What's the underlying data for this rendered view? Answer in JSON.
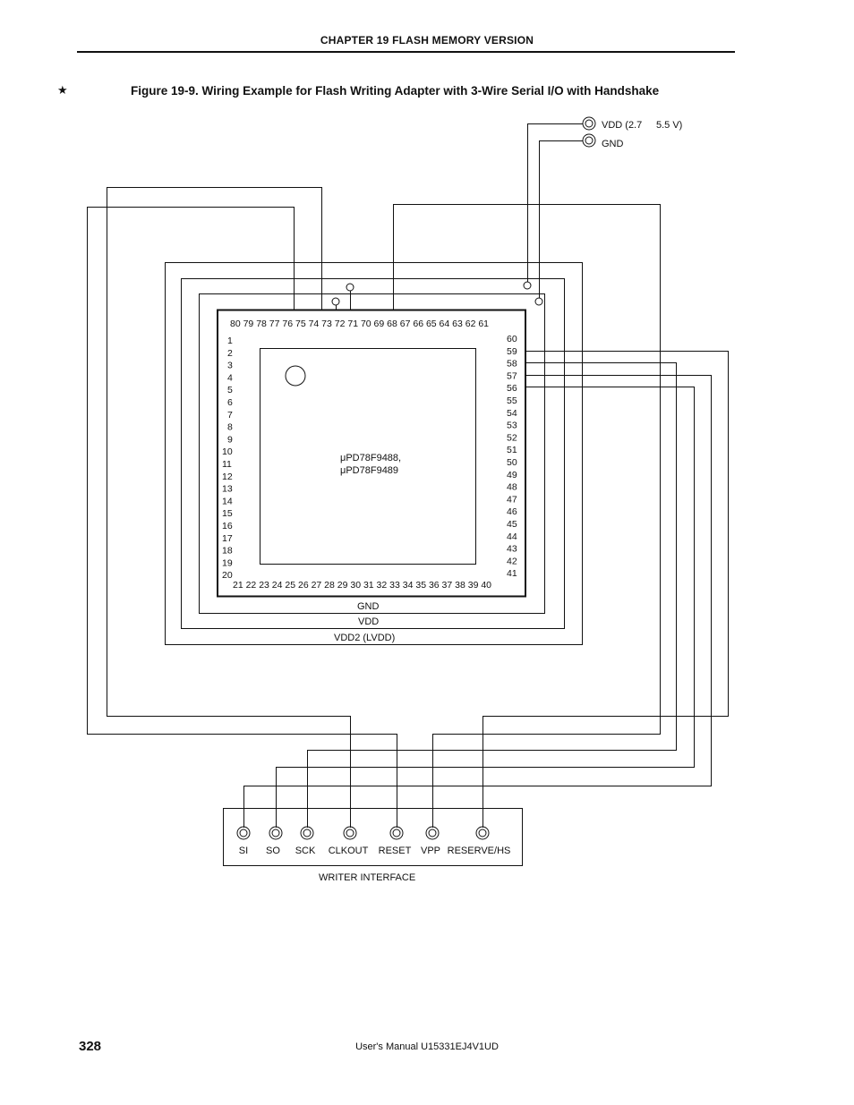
{
  "header": {
    "chapter": "CHAPTER  19  FLASH  MEMORY  VERSION"
  },
  "figure": {
    "star": "★",
    "title": "Figure 19-9.  Wiring Example for Flash Writing Adapter with 3-Wire Serial I/O with Handshake"
  },
  "supply": {
    "vdd_label": "VDD (2.7",
    "vdd_range": "5.5 V)",
    "gnd_label": "GND"
  },
  "chip": {
    "top_pins": "80 79 78 77 76 75 74 73 72 71 70 69 68 67 66 65 64 63 62 61",
    "bottom_pins": "21 22 23 24 25 26 27 28 29 30 31 32 33 34 35 36 37 38 39 40",
    "left_pins": [
      "1",
      "2",
      "3",
      "4",
      "5",
      "6",
      "7",
      "8",
      "9",
      "10",
      "11",
      "12",
      "13",
      "14",
      "15",
      "16",
      "17",
      "18",
      "19",
      "20"
    ],
    "right_pins": [
      "60",
      "59",
      "58",
      "57",
      "56",
      "55",
      "54",
      "53",
      "52",
      "51",
      "50",
      "49",
      "48",
      "47",
      "46",
      "45",
      "44",
      "43",
      "42",
      "41"
    ],
    "part_line1": "μPD78F9488,",
    "part_line2": "μPD78F9489"
  },
  "rails": {
    "gnd": "GND",
    "vdd": "VDD",
    "vdd2": "VDD2 (LVDD)"
  },
  "writer": {
    "terminals": [
      "SI",
      "SO",
      "SCK",
      "CLKOUT",
      "RESET",
      "VPP",
      "RESERVE/HS"
    ],
    "caption": "WRITER  INTERFACE"
  },
  "footer": {
    "page": "328",
    "manual": "User's Manual  U15331EJ4V1UD"
  }
}
